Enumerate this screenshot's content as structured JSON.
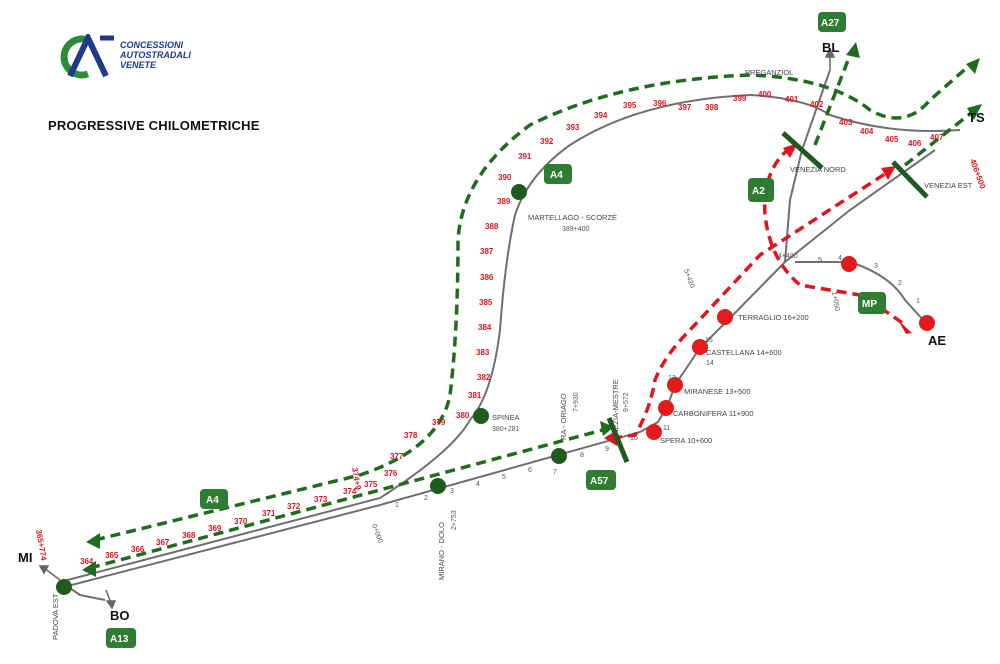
{
  "header": {
    "brand_lines": [
      "CONCESSIONI",
      "AUTOSTRADALI",
      "VENETE"
    ],
    "title": "PROGRESSIVE CHILOMETRICHE"
  },
  "colors": {
    "road": "#707070",
    "km_label": "#e0141e",
    "green_route": "#1f6b1f",
    "red_route": "#e0141e",
    "node_green": "#1f5a1f",
    "node_red": "#e31b1b",
    "badge": "#2e7d32"
  },
  "cities": {
    "mi": "MI",
    "bo": "BO",
    "bl": "BL",
    "ts": "TS",
    "ae": "AE"
  },
  "badges": {
    "a4_main": "A4",
    "a4_left": "A4",
    "a27": "A27",
    "a27_small": "A2",
    "a57": "A57",
    "a13": "A13",
    "mp": "MP"
  },
  "exits": {
    "preganziol": "PREGANZIOL",
    "martellago": "MARTELLAGO - SCORZÈ",
    "martellago_km": "389+400",
    "spinea": "SPINEA",
    "spinea_km": "380+281",
    "mirano": "MIRANO - DOLO",
    "mirano_km": "2+753",
    "oriago": "RA - ORIAGO",
    "oriago_km": "7+930",
    "mestre": "ENEZIA-MESTRE",
    "mestre_km": "9+572",
    "padova": "PADOVA EST",
    "venezia_nord": "VENEZIA NORD",
    "venezia_est": "VENEZIA EST",
    "terraglio": "TERRAGLIO 16+200",
    "castellana": "CASTELLANA 14+600",
    "miranese": "MIRANESE 13+500",
    "carbonifera": "CARBONIFERA 11+900",
    "spera": "SPERA 10+600"
  },
  "km_markers": {
    "a4_upper": [
      "390",
      "391",
      "392",
      "393",
      "394",
      "395",
      "396",
      "397",
      "398",
      "399",
      "400",
      "401",
      "402",
      "403",
      "404",
      "405",
      "406",
      "407"
    ],
    "a4_descent": [
      "389",
      "388",
      "387",
      "386",
      "385",
      "384",
      "383",
      "382",
      "381",
      "380",
      "379",
      "378",
      "377",
      "376",
      "375"
    ],
    "a4_lower": [
      "374",
      "373",
      "372",
      "371",
      "370",
      "369",
      "368",
      "367",
      "366",
      "365",
      "364"
    ],
    "a57": [
      "1",
      "2",
      "3",
      "4",
      "5",
      "6",
      "7",
      "8",
      "9",
      "10"
    ],
    "tangenziale": [
      "11",
      "13",
      "14",
      "15"
    ],
    "ae_branch": [
      "1",
      "2",
      "3",
      "4",
      "5"
    ],
    "misc": [
      "374+9",
      "365+774",
      "406+500",
      "0+000",
      "5+420",
      "4+400",
      "1+050"
    ]
  }
}
